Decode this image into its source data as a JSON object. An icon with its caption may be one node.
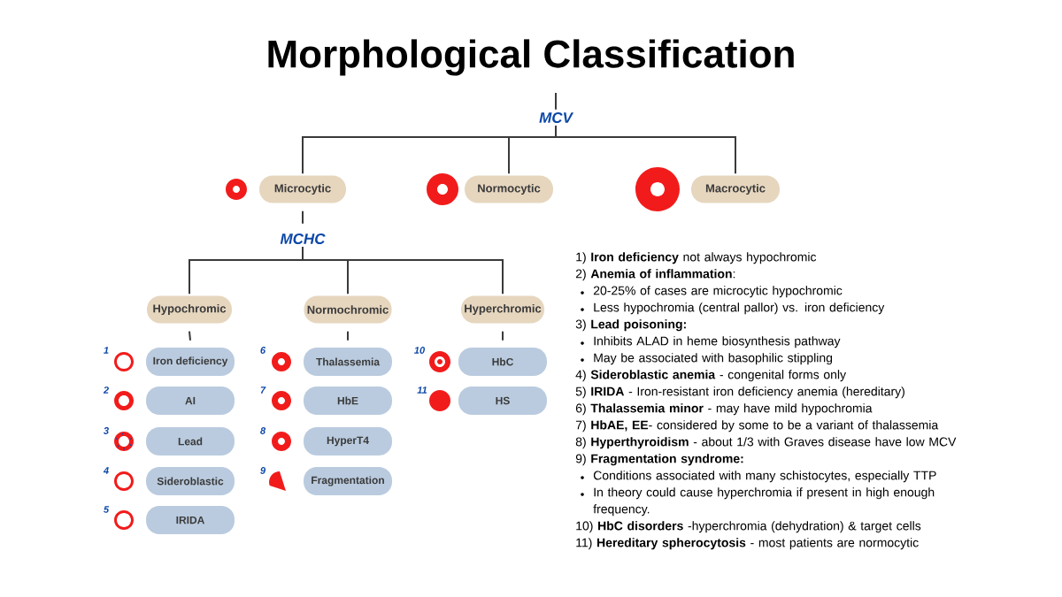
{
  "diagram": {
    "title": "Morphological Classification",
    "nodes": [
      {
        "text": [
          "MCV"
        ]
      },
      {
        "text": [
          "Microcytic"
        ]
      },
      {
        "text": [
          "Normocytic"
        ]
      },
      {
        "text": [
          "Macrocytic"
        ]
      },
      {
        "text": [
          "MCHC"
        ]
      },
      {
        "text": [
          "Hypochromic"
        ]
      },
      {
        "text": [
          "Normochromic"
        ]
      },
      {
        "text": [
          "Hyperchromic"
        ]
      },
      {
        "text": [
          "Iron deficiency"
        ]
      },
      {
        "text": [
          "AI"
        ]
      },
      {
        "text": [
          "Lead"
        ]
      },
      {
        "text": [
          "Sideroblastic"
        ]
      },
      {
        "text": [
          "IRIDA"
        ]
      },
      {
        "text": [
          "Thalassemia"
        ]
      },
      {
        "text": [
          "HbE"
        ]
      },
      {
        "text": [
          "HyperT4"
        ]
      },
      {
        "text": [
          "Fragmentation"
        ]
      },
      {
        "text": [
          "HbC"
        ]
      },
      {
        "text": [
          "HS"
        ]
      }
    ],
    "edges": [
      {
        "from": null,
        "to": 0,
        "arrow": "none"
      },
      {
        "from": 0,
        "to": 1,
        "arrow": "none"
      },
      {
        "from": 0,
        "to": 2,
        "arrow": "none"
      },
      {
        "from": 0,
        "to": 3,
        "arrow": "none"
      },
      {
        "from": 1,
        "to": 4,
        "arrow": "none"
      },
      {
        "from": 4,
        "to": 5,
        "arrow": "none"
      },
      {
        "from": 4,
        "to": 6,
        "arrow": "none"
      },
      {
        "from": 4,
        "to": 7,
        "arrow": "none"
      },
      {
        "from": 5,
        "to": 8,
        "arrow": "none"
      },
      {
        "from": 6,
        "to": 13,
        "arrow": "none"
      },
      {
        "from": 7,
        "to": 17,
        "arrow": "none"
      }
    ],
    "labels": [
      "1",
      "2",
      "3",
      "4",
      "5",
      "6",
      "7",
      "8",
      "9",
      "10",
      "11",
      "1) **Iron deficiency** not always hypochromic",
      "2) **Anemia of inflammation**:",
      "20-25% of cases are microcytic hypochromic",
      "Less hypochromia (central pallor) vs. iron deficiency",
      "3) **Lead poisoning:**",
      "Inhibits ALAD in heme biosynthesis pathway",
      "May be associated with basophilic stippling",
      "4) **Sideroblastic anemia** - congenital forms only",
      "5) **IRIDA** - Iron-resistant iron deficiency anemia (hereditary)",
      "6) **Thalassemia minor** - may have mild hypochromia",
      "7) **HbAE, EE**- considered by some to be a variant of thalassemia",
      "8) **Hyperthyroidism** - about 1/3 with Graves disease have low MCV",
      "9) **Fragmentation syndrome:**",
      "Conditions associated with many schistocytes, especially TTP",
      "In theory could cause hyperchromia if present in high enough frequency.",
      "10) **HbC disorders** -hyperchromia (dehydration) & target cells",
      "11) **Hereditary spherocytosis** - most patients are normocytic"
    ]
  }
}
